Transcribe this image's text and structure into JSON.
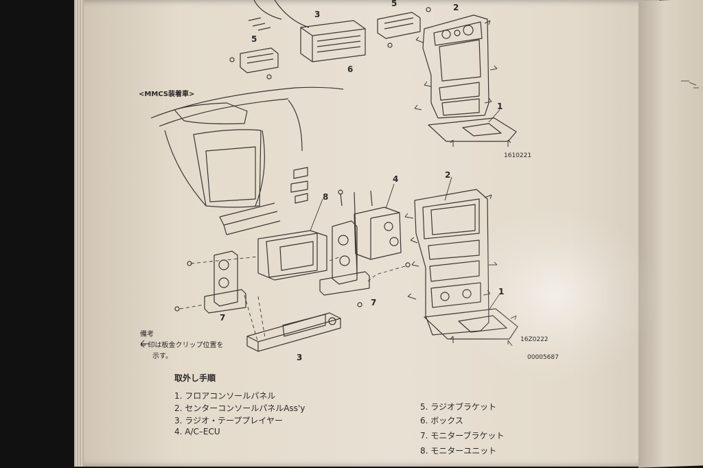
{
  "section_label": "<MMCS装着車>",
  "figure_codes": [
    "1610221",
    "16Z0222",
    "00005687"
  ],
  "callouts": {
    "top": [
      "1",
      "2",
      "3",
      "5",
      "5",
      "6"
    ],
    "bottom": [
      "1",
      "2",
      "3",
      "4",
      "7",
      "7",
      "8"
    ]
  },
  "note": {
    "title": "備考",
    "line1": "⇦ 印は板金クリップ位置を",
    "line2": "示す。"
  },
  "procedure": {
    "heading": "取外し手順",
    "steps_left": [
      "1. フロアコンソールパネル",
      "2. センターコンソールパネルAss'y",
      "3. ラジオ・テーププレイヤー",
      "4. A/C–ECU"
    ],
    "steps_right": [
      "5. ラジオブラケット",
      "6. ボックス",
      "7. モニターブラケット",
      "8. モニターユニット"
    ]
  }
}
